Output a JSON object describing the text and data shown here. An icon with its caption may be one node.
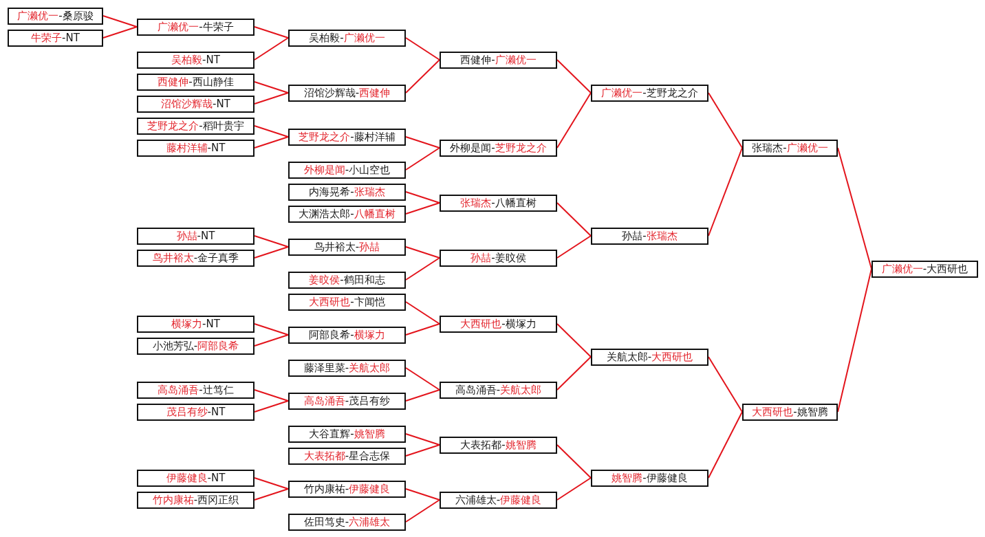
{
  "diagram": {
    "nodes": [
      {
        "text": [
          "**广濑优一**-桑原骏"
        ]
      },
      {
        "text": [
          "**牛荣子**-NT"
        ]
      },
      {
        "text": [
          "**广濑优一**-牛荣子"
        ]
      },
      {
        "text": [
          "**吴柏毅**-NT"
        ]
      },
      {
        "text": [
          "**西健伸**-西山静佳"
        ]
      },
      {
        "text": [
          "**沼馆沙辉哉**-NT"
        ]
      },
      {
        "text": [
          "**芝野龙之介**-稻叶贵宇"
        ]
      },
      {
        "text": [
          "**藤村洋辅**-NT"
        ]
      },
      {
        "text": [
          "**孙喆**-NT"
        ]
      },
      {
        "text": [
          "**鸟井裕太**-金子真季"
        ]
      },
      {
        "text": [
          "**横塚力**-NT"
        ]
      },
      {
        "text": [
          "小池芳弘-**阿部良希**"
        ]
      },
      {
        "text": [
          "**高岛涌吾**-辻笃仁"
        ]
      },
      {
        "text": [
          "**茂吕有纱**-NT"
        ]
      },
      {
        "text": [
          "**伊藤健良**-NT"
        ]
      },
      {
        "text": [
          "**竹内康祐**-西冈正织"
        ]
      },
      {
        "text": [
          "吴柏毅-**广濑优一**"
        ]
      },
      {
        "text": [
          "沼馆沙辉哉-**西健伸**"
        ]
      },
      {
        "text": [
          "**芝野龙之介**-藤村洋辅"
        ]
      },
      {
        "text": [
          "**外柳是闻**-小山空也"
        ]
      },
      {
        "text": [
          "内海晃希-**张瑞杰**"
        ]
      },
      {
        "text": [
          "大渊浩太郎-**八幡直树**"
        ]
      },
      {
        "text": [
          "鸟井裕太-**孙喆**"
        ]
      },
      {
        "text": [
          "**姜旼侯**-鹤田和志"
        ]
      },
      {
        "text": [
          "**大西研也**-卞闻恺"
        ]
      },
      {
        "text": [
          "阿部良希-**横塚力**"
        ]
      },
      {
        "text": [
          "藤泽里菜-**关航太郎**"
        ]
      },
      {
        "text": [
          "**高岛涌吾**-茂吕有纱"
        ]
      },
      {
        "text": [
          "大谷直辉-**姚智腾**"
        ]
      },
      {
        "text": [
          "**大表拓都**-星合志保"
        ]
      },
      {
        "text": [
          "竹内康祐-**伊藤健良**"
        ]
      },
      {
        "text": [
          "佐田笃史-**六浦雄太**"
        ]
      },
      {
        "text": [
          "西健伸-**广濑优一**"
        ]
      },
      {
        "text": [
          "外柳是闻-**芝野龙之介**"
        ]
      },
      {
        "text": [
          "**张瑞杰**-八幡直树"
        ]
      },
      {
        "text": [
          "**孙喆**-姜旼侯"
        ]
      },
      {
        "text": [
          "**大西研也**-横塚力"
        ]
      },
      {
        "text": [
          "高岛涌吾-**关航太郎**"
        ]
      },
      {
        "text": [
          "大表拓都-**姚智腾**"
        ]
      },
      {
        "text": [
          "六浦雄太-**伊藤健良**"
        ]
      },
      {
        "text": [
          "**广濑优一**-芝野龙之介"
        ]
      },
      {
        "text": [
          "孙喆-**张瑞杰**"
        ]
      },
      {
        "text": [
          "关航太郎-**大西研也**"
        ]
      },
      {
        "text": [
          "**姚智腾**-伊藤健良"
        ]
      },
      {
        "text": [
          "张瑞杰-**广濑优一**"
        ]
      },
      {
        "text": [
          "**大西研也**-姚智腾"
        ]
      },
      {
        "text": [
          "**广濑优一**-大西研也"
        ]
      }
    ],
    "edges": [
      {
        "from": 0,
        "to": 2,
        "arrow": "none"
      },
      {
        "from": 1,
        "to": 2,
        "arrow": "none"
      },
      {
        "from": 2,
        "to": 16,
        "arrow": "none"
      },
      {
        "from": 3,
        "to": 16,
        "arrow": "none"
      },
      {
        "from": 4,
        "to": 17,
        "arrow": "none"
      },
      {
        "from": 5,
        "to": 17,
        "arrow": "none"
      },
      {
        "from": 6,
        "to": 18,
        "arrow": "none"
      },
      {
        "from": 7,
        "to": 18,
        "arrow": "none"
      },
      {
        "from": 8,
        "to": 22,
        "arrow": "none"
      },
      {
        "from": 9,
        "to": 22,
        "arrow": "none"
      },
      {
        "from": 10,
        "to": 25,
        "arrow": "none"
      },
      {
        "from": 11,
        "to": 25,
        "arrow": "none"
      },
      {
        "from": 12,
        "to": 27,
        "arrow": "none"
      },
      {
        "from": 13,
        "to": 27,
        "arrow": "none"
      },
      {
        "from": 14,
        "to": 30,
        "arrow": "none"
      },
      {
        "from": 15,
        "to": 30,
        "arrow": "none"
      },
      {
        "from": 16,
        "to": 32,
        "arrow": "none"
      },
      {
        "from": 17,
        "to": 32,
        "arrow": "none"
      },
      {
        "from": 18,
        "to": 33,
        "arrow": "none"
      },
      {
        "from": 19,
        "to": 33,
        "arrow": "none"
      },
      {
        "from": 20,
        "to": 34,
        "arrow": "none"
      },
      {
        "from": 21,
        "to": 34,
        "arrow": "none"
      },
      {
        "from": 22,
        "to": 35,
        "arrow": "none"
      },
      {
        "from": 23,
        "to": 35,
        "arrow": "none"
      },
      {
        "from": 24,
        "to": 36,
        "arrow": "none"
      },
      {
        "from": 25,
        "to": 36,
        "arrow": "none"
      },
      {
        "from": 26,
        "to": 37,
        "arrow": "none"
      },
      {
        "from": 27,
        "to": 37,
        "arrow": "none"
      },
      {
        "from": 28,
        "to": 38,
        "arrow": "none"
      },
      {
        "from": 29,
        "to": 38,
        "arrow": "none"
      },
      {
        "from": 30,
        "to": 39,
        "arrow": "none"
      },
      {
        "from": 31,
        "to": 39,
        "arrow": "none"
      },
      {
        "from": 32,
        "to": 40,
        "arrow": "none"
      },
      {
        "from": 33,
        "to": 40,
        "arrow": "none"
      },
      {
        "from": 34,
        "to": 41,
        "arrow": "none"
      },
      {
        "from": 35,
        "to": 41,
        "arrow": "none"
      },
      {
        "from": 36,
        "to": 42,
        "arrow": "none"
      },
      {
        "from": 37,
        "to": 42,
        "arrow": "none"
      },
      {
        "from": 38,
        "to": 43,
        "arrow": "none"
      },
      {
        "from": 39,
        "to": 43,
        "arrow": "none"
      },
      {
        "from": 40,
        "to": 44,
        "arrow": "none"
      },
      {
        "from": 41,
        "to": 44,
        "arrow": "none"
      },
      {
        "from": 42,
        "to": 45,
        "arrow": "none"
      },
      {
        "from": 43,
        "to": 45,
        "arrow": "none"
      },
      {
        "from": 44,
        "to": 46,
        "arrow": "none"
      },
      {
        "from": 45,
        "to": 46,
        "arrow": "none"
      }
    ]
  }
}
